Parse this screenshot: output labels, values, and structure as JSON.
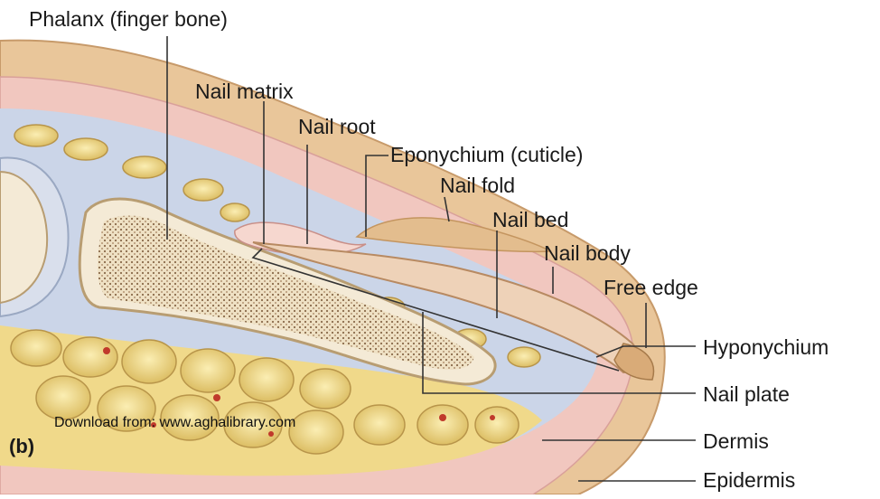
{
  "diagram": {
    "panel_letter": "(b)",
    "watermark": "Download from: www.aghalibrary.com",
    "labels": {
      "phalanx": "Phalanx (finger bone)",
      "nail_matrix": "Nail matrix",
      "nail_root": "Nail root",
      "eponychium": "Eponychium (cuticle)",
      "nail_fold": "Nail fold",
      "nail_bed": "Nail bed",
      "nail_body": "Nail body",
      "free_edge": "Free edge",
      "hyponychium": "Hyponychium",
      "nail_plate": "Nail plate",
      "dermis": "Dermis",
      "epidermis": "Epidermis"
    },
    "colors": {
      "skin": "#e8c79a",
      "dermis_pink": "#f2c6c0",
      "fat": "#f3dc8c",
      "bone": "#f4ead6",
      "tissue_blue": "#c9d3e6",
      "leader": "#333333"
    }
  }
}
